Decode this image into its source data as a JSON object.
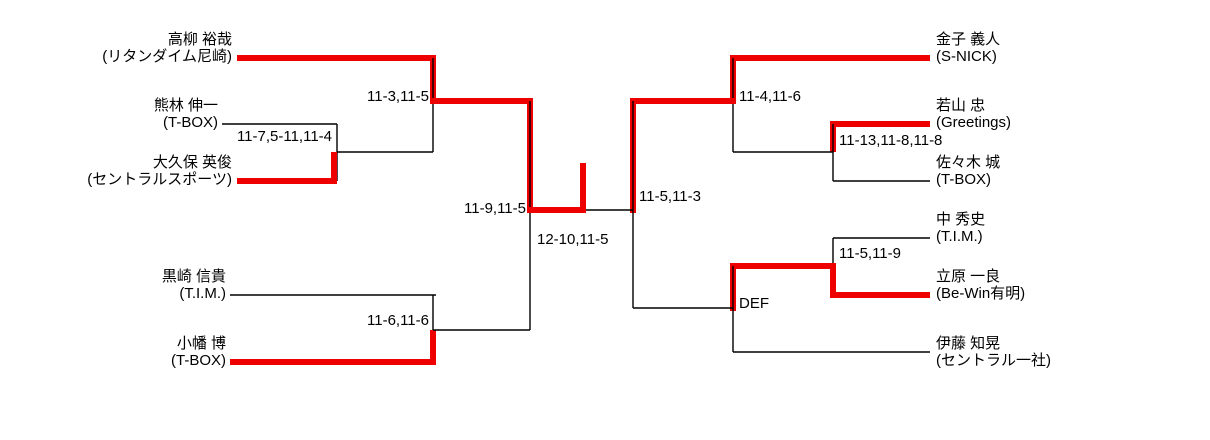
{
  "colors": {
    "winner_line": "#ee0000",
    "line": "#000000",
    "background": "#ffffff",
    "text": "#000000"
  },
  "bracket": {
    "title": "",
    "left_side": {
      "players": [
        {
          "id": "p1",
          "name": "高柳 裕哉",
          "club": "(リタンダイム尼崎)",
          "winner": true
        },
        {
          "id": "p2",
          "name": "熊林 伸一",
          "club": "(T-BOX)",
          "winner": false
        },
        {
          "id": "p3",
          "name": "大久保 英俊",
          "club": "(セントラルスポーツ)",
          "winner": true
        },
        {
          "id": "p4",
          "name": "黒崎 信貴",
          "club": "(T.I.M.)",
          "winner": false
        },
        {
          "id": "p5",
          "name": "小幡 博",
          "club": "(T-BOX)",
          "winner": true
        }
      ],
      "scores": [
        {
          "id": "s1",
          "text": "11-7,5-11,11-4"
        },
        {
          "id": "s2",
          "text": "11-3,11-5"
        },
        {
          "id": "s3",
          "text": "11-6,11-6"
        },
        {
          "id": "s4",
          "text": "11-9,11-5"
        }
      ]
    },
    "right_side": {
      "players": [
        {
          "id": "p6",
          "name": "金子 義人",
          "club": "(S-NICK)",
          "winner": true
        },
        {
          "id": "p7",
          "name": "若山 忠",
          "club": "(Greetings)",
          "winner": true
        },
        {
          "id": "p8",
          "name": "佐々木 城",
          "club": "(T-BOX)",
          "winner": false
        },
        {
          "id": "p9",
          "name": "中 秀史",
          "club": "(T.I.M.)",
          "winner": false
        },
        {
          "id": "p10",
          "name": "立原 一良",
          "club": "(Be-Win有明)",
          "winner": true
        },
        {
          "id": "p11",
          "name": "伊藤 知晃",
          "club": "(セントラル一社)",
          "winner": false
        }
      ],
      "scores": [
        {
          "id": "s5",
          "text": "11-13,11-8,11-8"
        },
        {
          "id": "s6",
          "text": "11-4,11-6"
        },
        {
          "id": "s7",
          "text": "11-5,11-9"
        },
        {
          "id": "s8",
          "text": "DEF"
        },
        {
          "id": "s9",
          "text": "11-5,11-3"
        }
      ]
    },
    "final": {
      "score": "12-10,11-5"
    }
  }
}
